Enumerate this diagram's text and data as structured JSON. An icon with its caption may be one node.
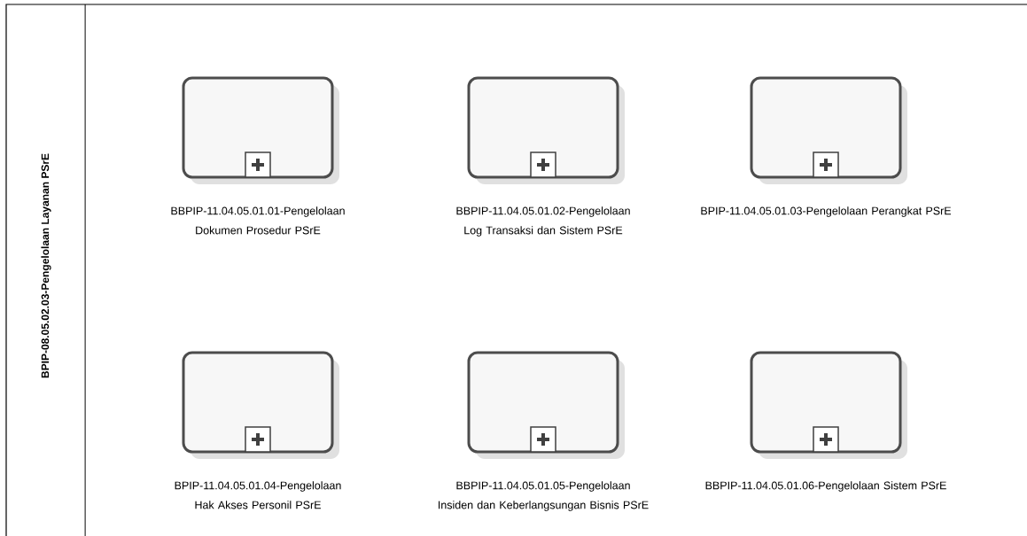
{
  "diagram": {
    "nodes": [
      {
        "text": [
          "BPIP-08.05.02.03-Pengelolaan Layanan PSrE"
        ]
      },
      {
        "text": [
          "BBPIP-11.04.05.01.01-Pengelolaan Dokumen Prosedur PSrE"
        ],
        "in": 0
      },
      {
        "text": [
          "BBPIP-11.04.05.01.02-Pengelolaan Log Transaksi dan Sistem PSrE"
        ],
        "in": 0
      },
      {
        "text": [
          "BPIP-11.04.05.01.03-Pengelolaan Perangkat PSrE"
        ],
        "in": 0
      },
      {
        "text": [
          "BPIP-11.04.05.01.04-Pengelolaan Hak Akses Personil PSrE"
        ],
        "in": 0
      },
      {
        "text": [
          "BBPIP-11.04.05.01.05-Pengelolaan Insiden dan Keberlangsungan Bisnis PSrE"
        ],
        "in": 0
      },
      {
        "text": [
          "BBPIP-11.04.05.01.06-Pengelolaan Sistem PSrE"
        ],
        "in": 0
      }
    ]
  }
}
